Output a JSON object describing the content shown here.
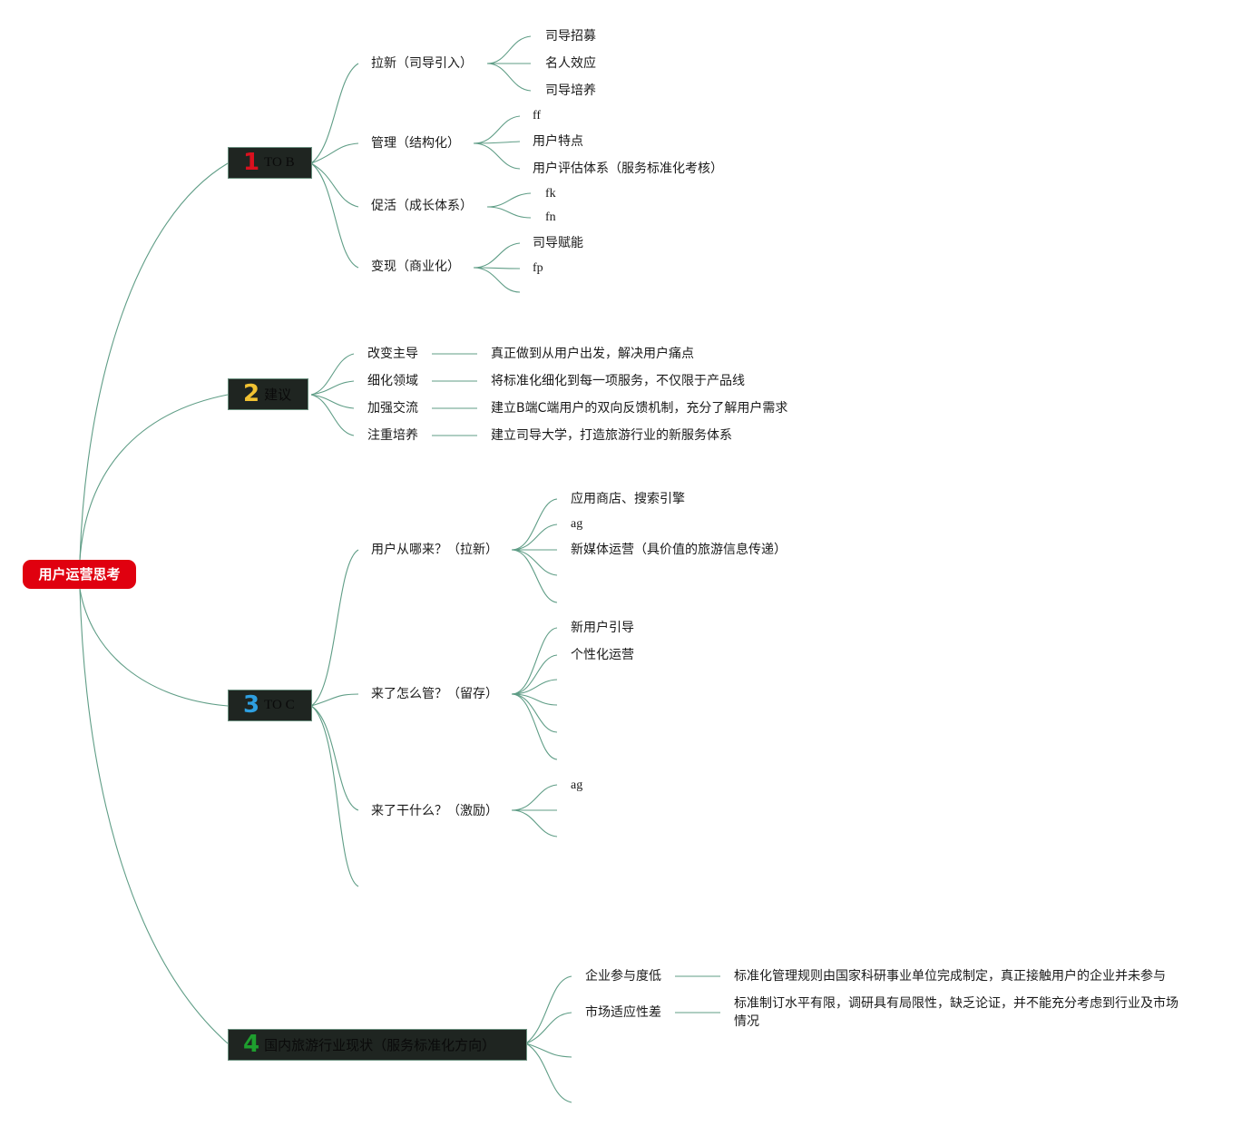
{
  "root": {
    "label": "用户运营思考",
    "color": "#e0000f"
  },
  "branches": [
    {
      "number": "1",
      "number_color": "#d9101e",
      "label": "TO B",
      "children": [
        {
          "label": "拉新（司导引入）",
          "children": [
            "司导招募",
            "名人效应",
            "司导培养"
          ]
        },
        {
          "label": "管理（结构化）",
          "children": [
            "ff",
            "用户特点",
            "用户评估体系（服务标准化考核）"
          ]
        },
        {
          "label": "促活（成长体系）",
          "children": [
            "fk",
            "fn"
          ]
        },
        {
          "label": "变现（商业化）",
          "children": [
            "司导赋能",
            "fp",
            ""
          ]
        }
      ]
    },
    {
      "number": "2",
      "number_color": "#f1c232",
      "label": "建议",
      "children": [
        {
          "label": "改变主导",
          "detail": "真正做到从用户出发，解决用户痛点"
        },
        {
          "label": "细化领域",
          "detail": "将标准化细化到每一项服务，不仅限于产品线"
        },
        {
          "label": "加强交流",
          "detail": "建立B端C端用户的双向反馈机制，充分了解用户需求"
        },
        {
          "label": "注重培养",
          "detail": "建立司导大学，打造旅游行业的新服务体系"
        }
      ]
    },
    {
      "number": "3",
      "number_color": "#2e9fe0",
      "label": "TO C",
      "children": [
        {
          "label": "用户从哪来？（拉新）",
          "children": [
            "应用商店、搜索引擎",
            "ag",
            "新媒体运营（具价值的旅游信息传递）",
            "",
            ""
          ]
        },
        {
          "label": "来了怎么管？（留存）",
          "children": [
            "新用户引导",
            "个性化运营",
            "",
            "",
            "",
            ""
          ]
        },
        {
          "label": "来了干什么？（激励）",
          "children": [
            "ag",
            "",
            ""
          ]
        },
        {
          "label": "",
          "children": []
        }
      ]
    },
    {
      "number": "4",
      "number_color": "#1e9e2e",
      "label": "国内旅游行业现状（服务标准化方向）",
      "children": [
        {
          "label": "企业参与度低",
          "detail": "标准化管理规则由国家科研事业单位完成制定，真正接触用户的企业并未参与"
        },
        {
          "label": "市场适应性差",
          "detail": "标准制订水平有限，调研具有局限性，缺乏论证，并不能充分考虑到行业及市场情况"
        },
        {
          "label": ""
        },
        {
          "label": ""
        }
      ]
    }
  ]
}
